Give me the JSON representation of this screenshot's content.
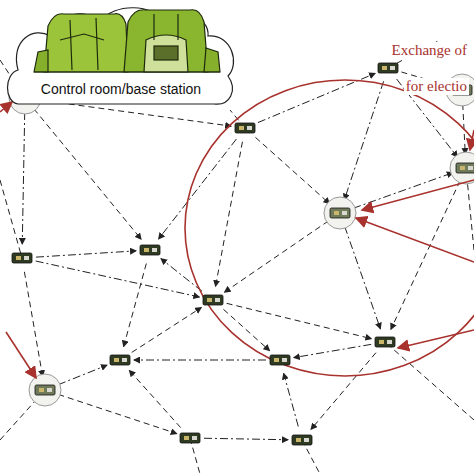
{
  "diagram": {
    "nodes": [
      {
        "text": [
          "Control room/base station"
        ]
      }
    ],
    "labels": [
      "Exchange of",
      "for electio"
    ]
  }
}
